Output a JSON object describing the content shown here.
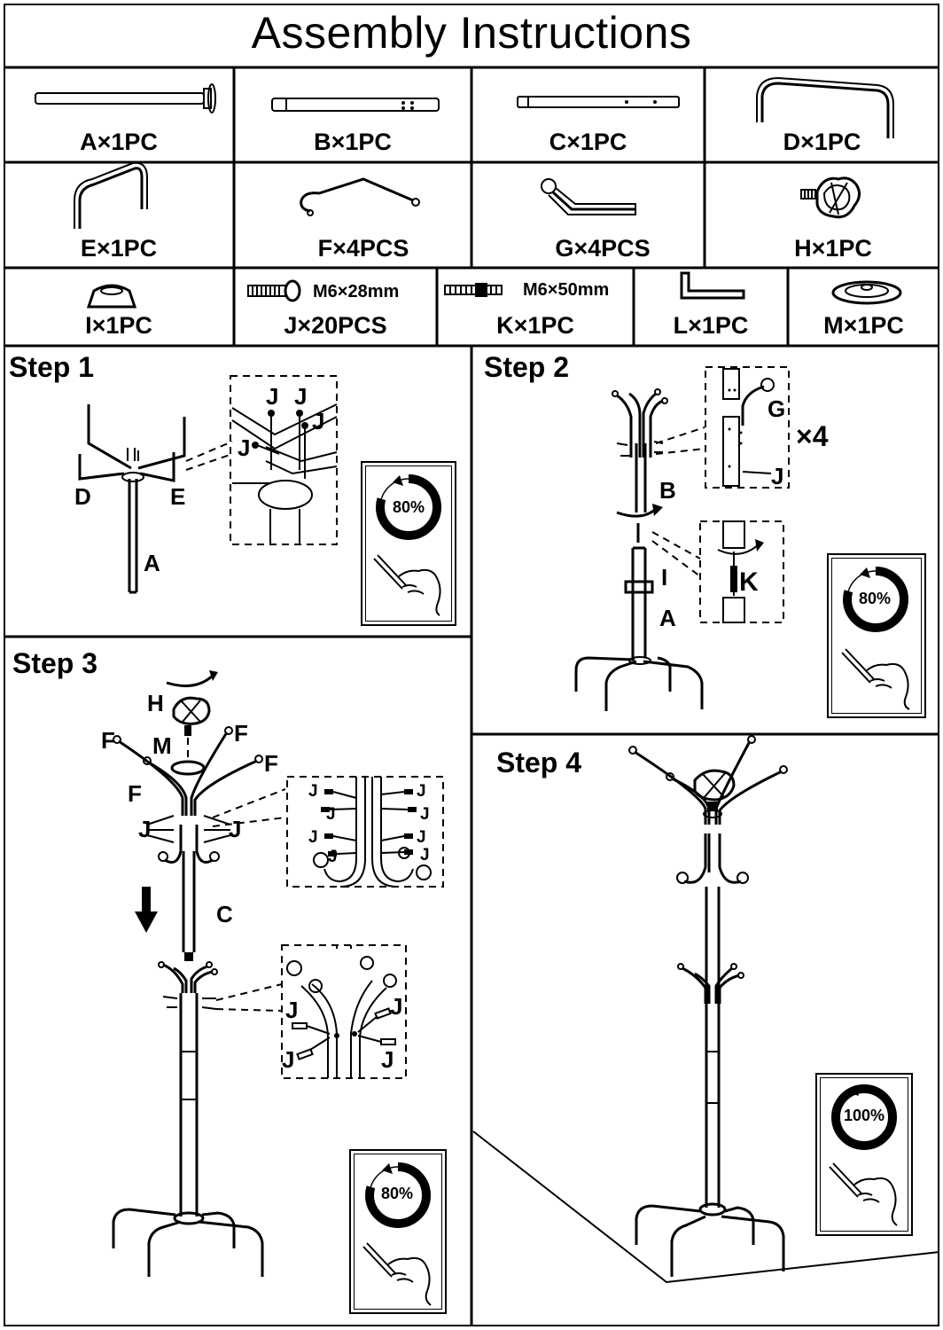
{
  "title": "Assembly Instructions",
  "parts_row1": [
    {
      "label": "A×1PC"
    },
    {
      "label": "B×1PC"
    },
    {
      "label": "C×1PC"
    },
    {
      "label": "D×1PC"
    }
  ],
  "parts_row2": [
    {
      "label": "E×1PC"
    },
    {
      "label": "F×4PCS"
    },
    {
      "label": "G×4PCS"
    },
    {
      "label": "H×1PC"
    }
  ],
  "parts_row3": [
    {
      "label": "I×1PC"
    },
    {
      "label": "J×20PCS",
      "spec": "M6×28mm"
    },
    {
      "label": "K×1PC",
      "spec": "M6×50mm"
    },
    {
      "label": "L×1PC"
    },
    {
      "label": "M×1PC"
    }
  ],
  "step1": {
    "title": "Step 1",
    "callouts": {
      "D": "D",
      "E": "E",
      "A": "A",
      "J": "J"
    },
    "torque": "80%"
  },
  "step2": {
    "title": "Step 2",
    "callouts": {
      "B": "B",
      "A": "A",
      "G": "G",
      "J": "J",
      "K": "K",
      "I": "I"
    },
    "multiplier": "×4",
    "torque": "80%"
  },
  "step3": {
    "title": "Step 3",
    "callouts": {
      "H": "H",
      "M": "M",
      "F": "F",
      "C": "C",
      "J": "J"
    },
    "torque": "80%"
  },
  "step4": {
    "title": "Step 4",
    "torque": "100%"
  }
}
